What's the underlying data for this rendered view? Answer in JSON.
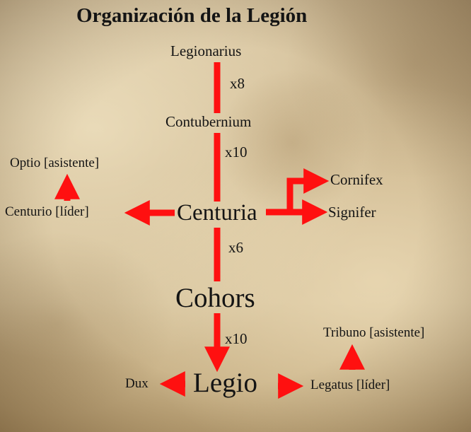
{
  "title": "Organización de la Legión",
  "nodes": {
    "legionarius": "Legionarius",
    "contubernium": "Contubernium",
    "centuria": "Centuria",
    "cohors": "Cohors",
    "legio": "Legio",
    "optio": "Optio [asistente]",
    "centurio": "Centurio [líder]",
    "cornifex": "Cornifex",
    "signifer": "Signifer",
    "dux": "Dux",
    "legatus": "Legatus [líder]",
    "tribuno": "Tribuno [asistente]"
  },
  "multipliers": {
    "legionarius_contubernium": "x8",
    "contubernium_centuria": "x10",
    "centuria_cohors": "x6",
    "cohors_legio": "x10"
  },
  "colors": {
    "arrow": "#ff1010",
    "text": "#141414"
  }
}
